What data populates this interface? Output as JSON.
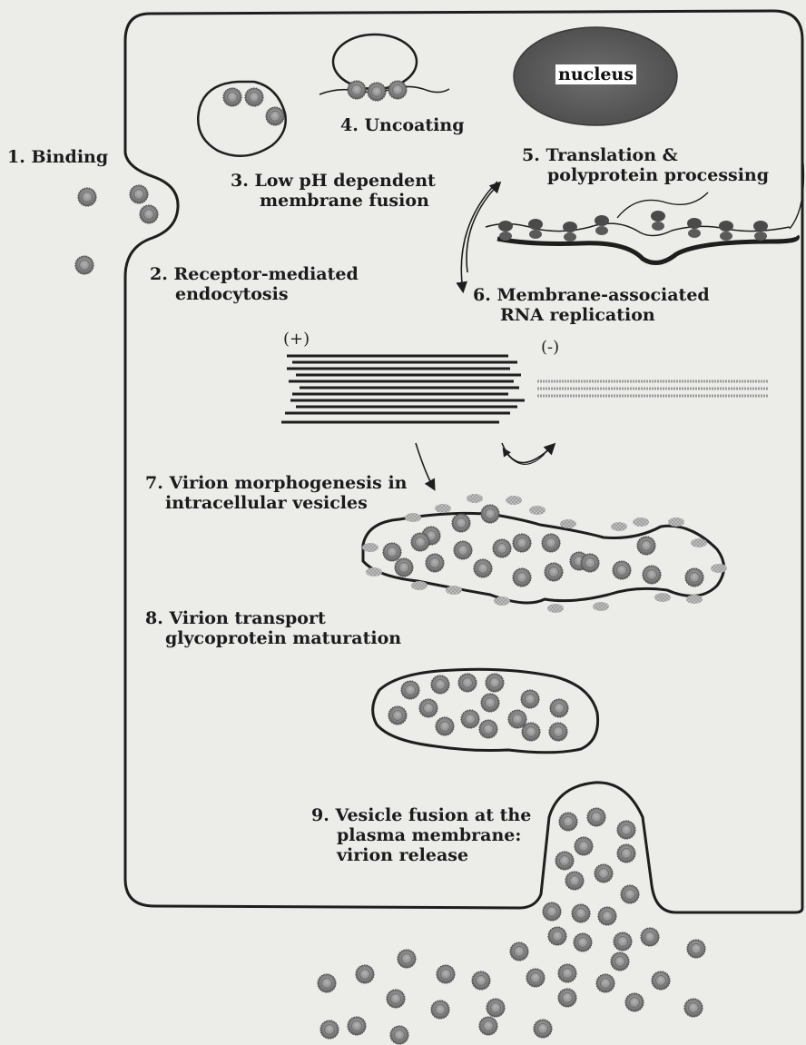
{
  "labels": {
    "s1": "1. Binding",
    "s2a": "2. Receptor-mediated",
    "s2b": "endocytosis",
    "s3a": "3. Low pH dependent",
    "s3b": "membrane fusion",
    "s4": "4. Uncoating",
    "s5a": "5. Translation &",
    "s5b": "polyprotein processing",
    "s6a": "6. Membrane-associated",
    "s6b": "RNA replication",
    "s7a": "7. Virion morphogenesis in",
    "s7b": "intracellular vesicles",
    "s8a": "8. Virion transport",
    "s8b": "glycoprotein maturation",
    "s9a": "9. Vesicle fusion at the",
    "s9b": "plasma membrane:",
    "s9c": "virion release"
  },
  "nucleus": "nucleus",
  "strands": {
    "plus": "(+)",
    "minus": "(-)"
  },
  "colors": {
    "background": "#ecece9",
    "line": "#1e1e1e",
    "nucleus": "#5a5a5a",
    "virion": "#8a8a8a"
  }
}
